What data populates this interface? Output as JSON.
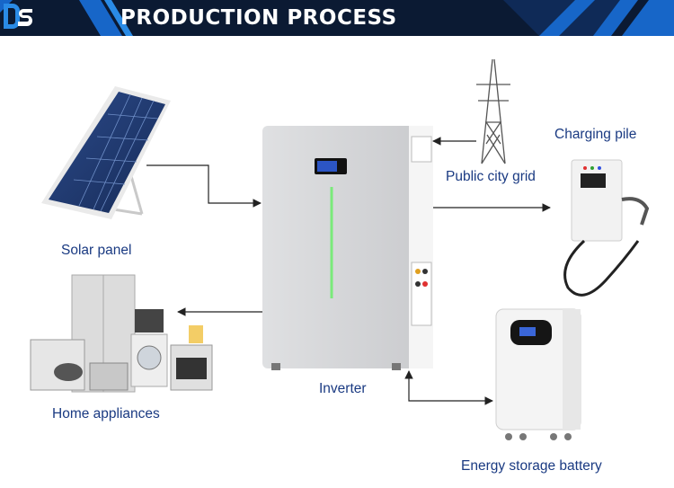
{
  "header": {
    "title": "PRODUCTION PROCESS",
    "colors": {
      "banner_dark": "#0b1a33",
      "banner_blue": "#1766c8",
      "logo": "#2a8be6"
    }
  },
  "diagram": {
    "nodes": {
      "solar_panel": "Solar panel",
      "public_city_grid": "Public city grid",
      "charging_pile": "Charging pile",
      "inverter": "Inverter",
      "home_appliances": "Home appliances",
      "energy_storage_battery": "Energy storage battery"
    },
    "edges": [
      {
        "from": "solar_panel",
        "to": "inverter"
      },
      {
        "from": "public_city_grid",
        "to": "inverter"
      },
      {
        "from": "inverter",
        "to": "charging_pile"
      },
      {
        "from": "inverter",
        "to": "home_appliances"
      },
      {
        "from": "inverter",
        "to": "energy_storage_battery",
        "bidirectional": true
      }
    ],
    "label_color": "#1a3a82"
  }
}
